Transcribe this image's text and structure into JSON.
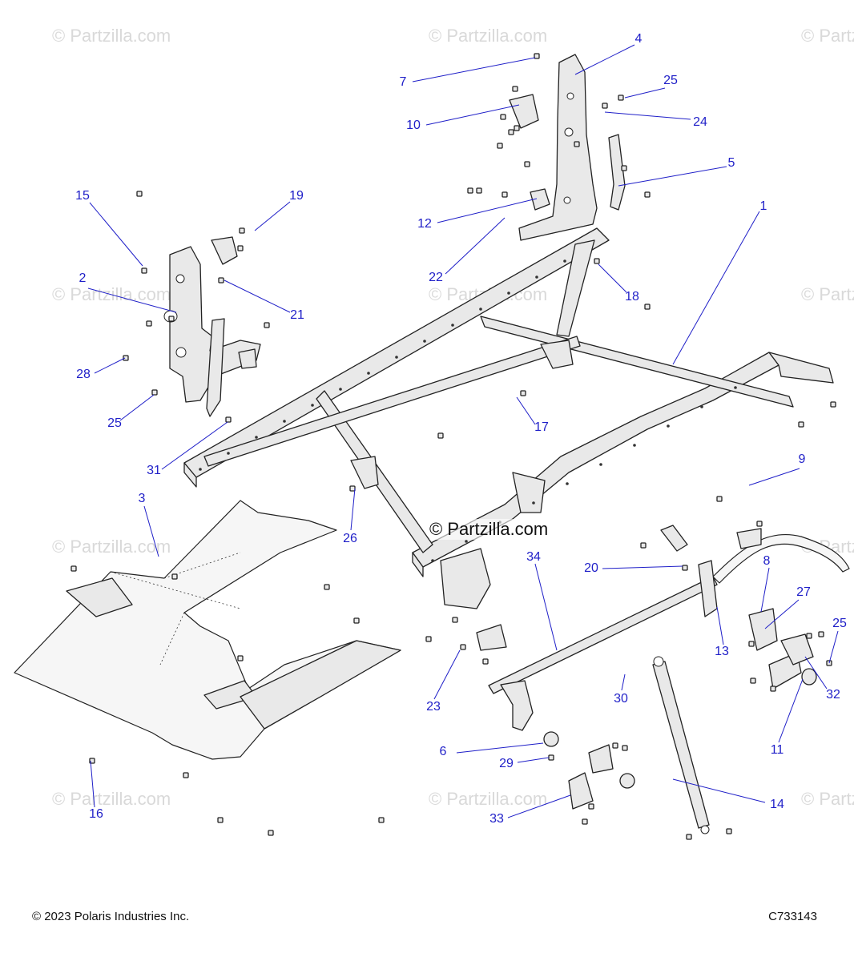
{
  "watermark_text": "© Partzilla.com",
  "center_watermark": "© Partzilla.com",
  "footer": {
    "copyright": "© 2023 Polaris Industries Inc.",
    "drawing_id": "C733143"
  },
  "callouts": [
    "1",
    "2",
    "3",
    "4",
    "5",
    "6",
    "7",
    "8",
    "9",
    "10",
    "11",
    "12",
    "13",
    "14",
    "15",
    "16",
    "17",
    "18",
    "19",
    "20",
    "21",
    "22",
    "23",
    "24",
    "25",
    "26",
    "27",
    "28",
    "29",
    "30",
    "31",
    "32",
    "33",
    "34"
  ],
  "colors": {
    "callout": "#1f1fc8",
    "line": "#222222",
    "watermark": "#d9d9d9"
  }
}
